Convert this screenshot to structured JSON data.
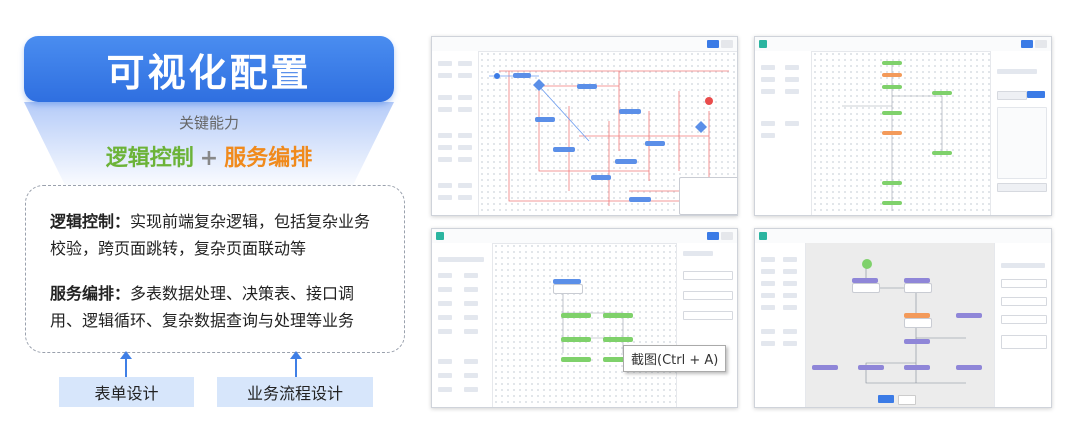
{
  "left": {
    "title": "可视化配置",
    "subtitle": "关键能力",
    "capability_logic": "逻辑控制",
    "capability_plus": "+",
    "capability_service": "服务编排",
    "logic_label": "逻辑控制：",
    "logic_text": "实现前端复杂逻辑，包括复杂业务校验，跨页面跳转，复杂页面联动等",
    "service_label": "服务编排：",
    "service_text": "多表数据处理、决策表、接口调用、逻辑循环、复杂数据查询与处理等业务",
    "form_design": "表单设计",
    "process_design": "业务流程设计"
  },
  "tooltip": "截图(Ctrl + A)",
  "colors": {
    "accent_blue": "#2f6fe0",
    "logic_green": "#6cb338",
    "service_orange": "#f08a1c",
    "pill_bg": "#d7e6fb"
  }
}
